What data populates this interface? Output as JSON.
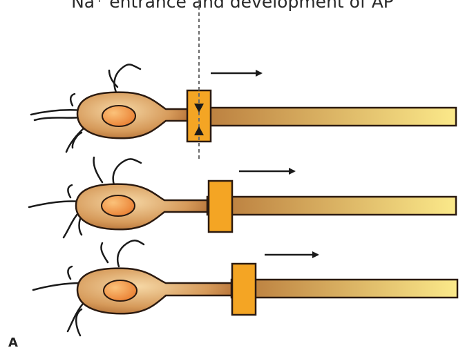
{
  "caption": "Na⁺ entrance and development of AP",
  "panel_label": "A",
  "neurons": [
    {
      "id": "neuron-1",
      "shows_na_entry": true
    },
    {
      "id": "neuron-2",
      "shows_na_entry": false
    },
    {
      "id": "neuron-3",
      "shows_na_entry": false
    }
  ],
  "colors": {
    "soma_light": "#f3c98f",
    "soma_dark": "#b5692a",
    "nucleus": "#f09a3e",
    "axon_start": "#b7783a",
    "axon_end": "#fbe98a",
    "action_potential_block": "#f4a524",
    "outline": "#2b1a10"
  }
}
